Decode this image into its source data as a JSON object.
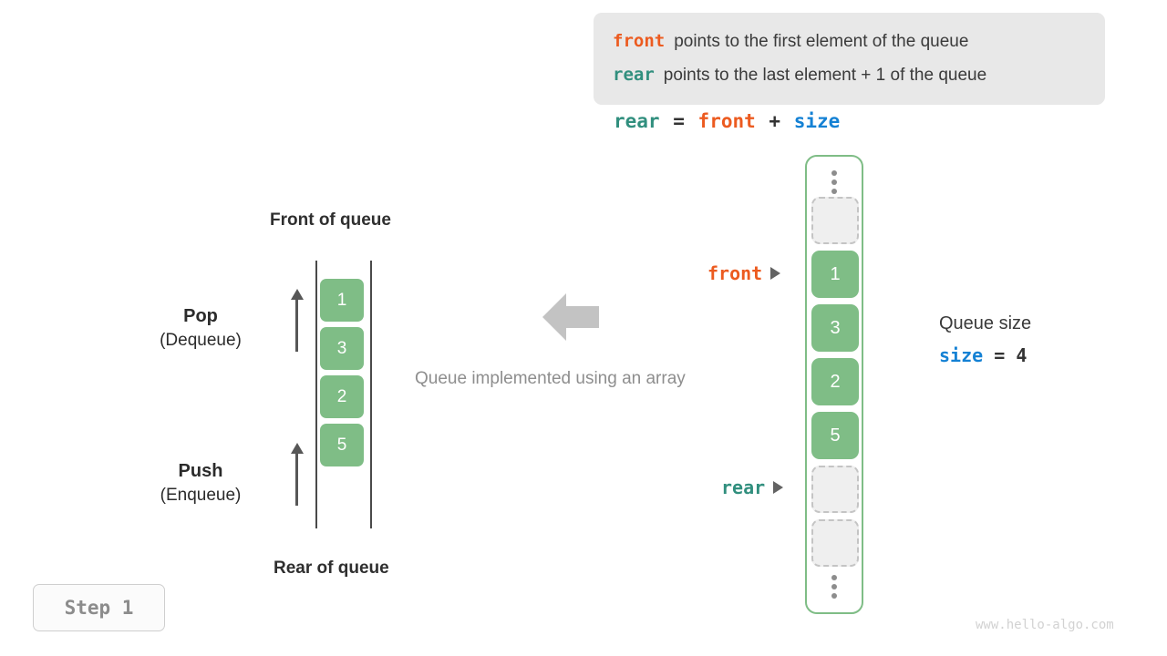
{
  "legend": {
    "front_keyword": "front",
    "front_desc": "points to the first element of the queue",
    "rear_keyword": "rear",
    "rear_desc": "points to the last element + 1 of the queue"
  },
  "formula": {
    "lhs": "rear",
    "eq": "=",
    "rhs1": "front",
    "plus": "+",
    "rhs2": "size"
  },
  "left_diagram": {
    "top_label": "Front of queue",
    "bottom_label": "Rear of queue",
    "pop": {
      "main": "Pop",
      "sub": "(Dequeue)"
    },
    "push": {
      "main": "Push",
      "sub": "(Enqueue)"
    },
    "cells": [
      "1",
      "3",
      "2",
      "5"
    ]
  },
  "center": {
    "arrow_icon": "arrow-left-icon",
    "caption": "Queue implemented using an array"
  },
  "array": {
    "top_ellipsis": "vertical-ellipsis-icon",
    "bottom_ellipsis": "vertical-ellipsis-icon",
    "cells": [
      {
        "value": "",
        "state": "empty"
      },
      {
        "value": "1",
        "state": "filled"
      },
      {
        "value": "3",
        "state": "filled"
      },
      {
        "value": "2",
        "state": "filled"
      },
      {
        "value": "5",
        "state": "filled"
      },
      {
        "value": "",
        "state": "empty"
      },
      {
        "value": "",
        "state": "empty"
      }
    ],
    "pointers": {
      "front_label": "front",
      "rear_label": "rear"
    }
  },
  "queue_size": {
    "title": "Queue size",
    "var": "size",
    "eq": "=",
    "value": "4"
  },
  "step_badge": "Step 1",
  "watermark": "www.hello-algo.com",
  "colors": {
    "front": "#ec5b20",
    "rear": "#318f7e",
    "size": "#1481d4",
    "cell_fill": "#7fbd86",
    "empty_fill": "#efefef",
    "container_border": "#7fbd86"
  }
}
